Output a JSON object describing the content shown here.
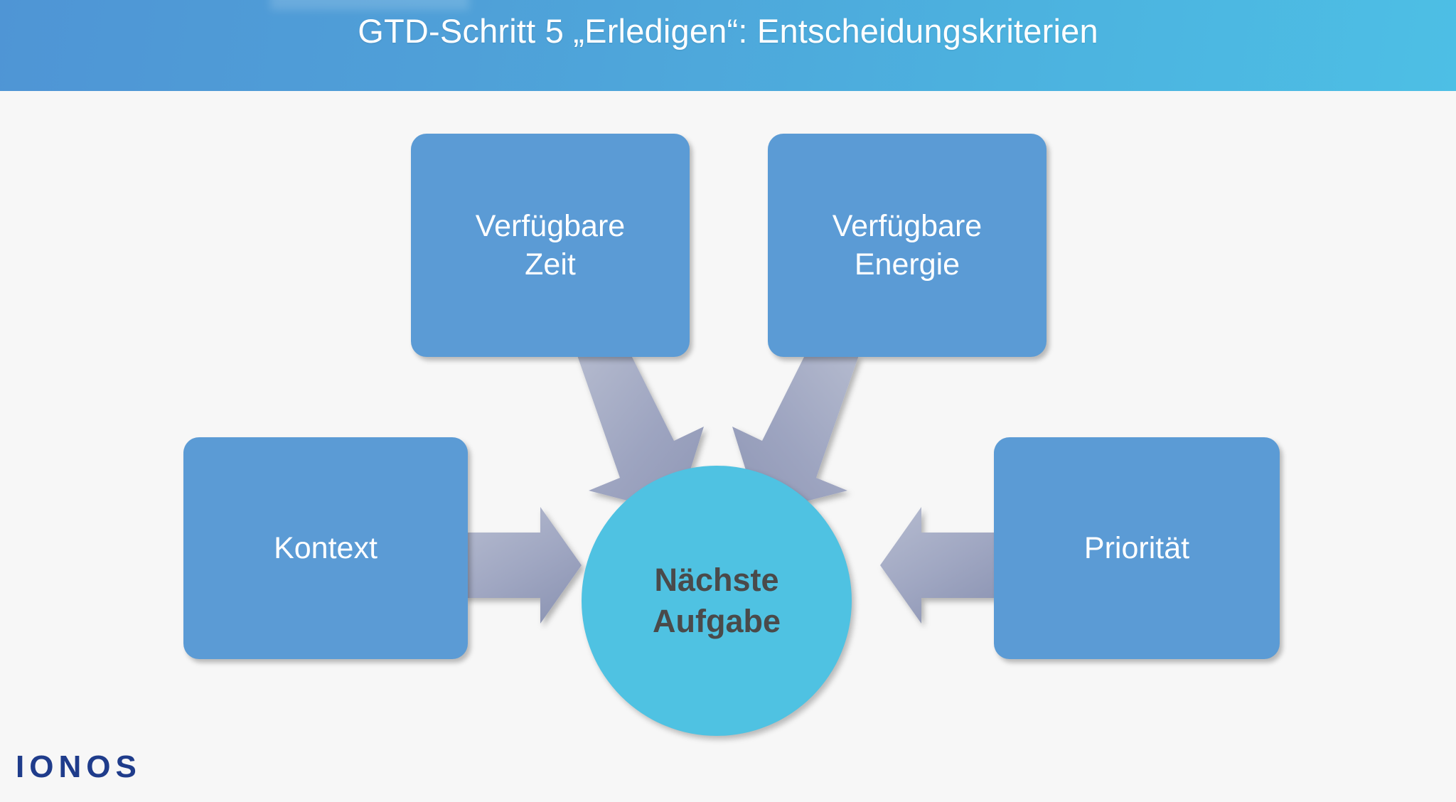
{
  "slide": {
    "title": "GTD-Schritt 5 „Erledigen“: Entscheidungskriterien",
    "background_color": "#F7F7F7",
    "header_gradient_from": "#4F95D5",
    "header_gradient_to": "#4DBFE5"
  },
  "diagram": {
    "type": "hub-and-spoke",
    "center": {
      "label_line1": "Nächste",
      "label_line2": "Aufgabe",
      "shape": "circle",
      "fill": "#4FC2E2",
      "text_color": "#4A4A4A"
    },
    "nodes": [
      {
        "id": "zeit",
        "label_line1": "Verfügbare",
        "label_line2": "Zeit",
        "position": "top-left",
        "fill": "#5B9BD5",
        "text_color": "#FFFFFF"
      },
      {
        "id": "energie",
        "label_line1": "Verfügbare",
        "label_line2": "Energie",
        "position": "top-right",
        "fill": "#5B9BD5",
        "text_color": "#FFFFFF"
      },
      {
        "id": "kontext",
        "label_line1": "Kontext",
        "label_line2": "",
        "position": "left",
        "fill": "#5B9BD5",
        "text_color": "#FFFFFF"
      },
      {
        "id": "prioritaet",
        "label_line1": "Priorität",
        "label_line2": "",
        "position": "right",
        "fill": "#5B9BD5",
        "text_color": "#FFFFFF"
      }
    ],
    "arrows": [
      {
        "id": "zeit-to-center",
        "from": "zeit",
        "to": "center",
        "direction": "down-right",
        "fill": "#9AA2BE"
      },
      {
        "id": "energie-to-center",
        "from": "energie",
        "to": "center",
        "direction": "down-left",
        "fill": "#9AA2BE"
      },
      {
        "id": "kontext-to-center",
        "from": "kontext",
        "to": "center",
        "direction": "right",
        "fill": "#9AA2BE"
      },
      {
        "id": "prio-to-center",
        "from": "prioritaet",
        "to": "center",
        "direction": "left",
        "fill": "#9AA2BE"
      }
    ]
  },
  "branding": {
    "logo_text": "IONOS",
    "logo_color": "#1F3C8B"
  }
}
